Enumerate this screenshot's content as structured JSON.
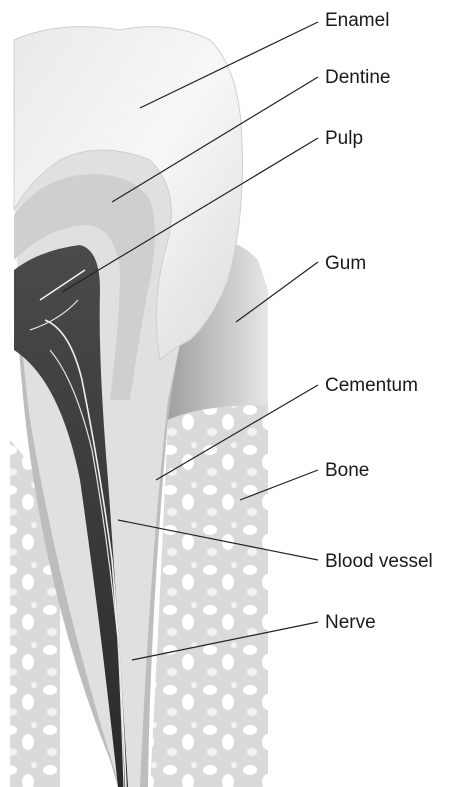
{
  "labels": {
    "enamel": "Enamel",
    "dentine": "Dentine",
    "pulp": "Pulp",
    "gum": "Gum",
    "cementum": "Cementum",
    "bone": "Bone",
    "blood_vessel": "Blood vessel",
    "nerve": "Nerve"
  }
}
